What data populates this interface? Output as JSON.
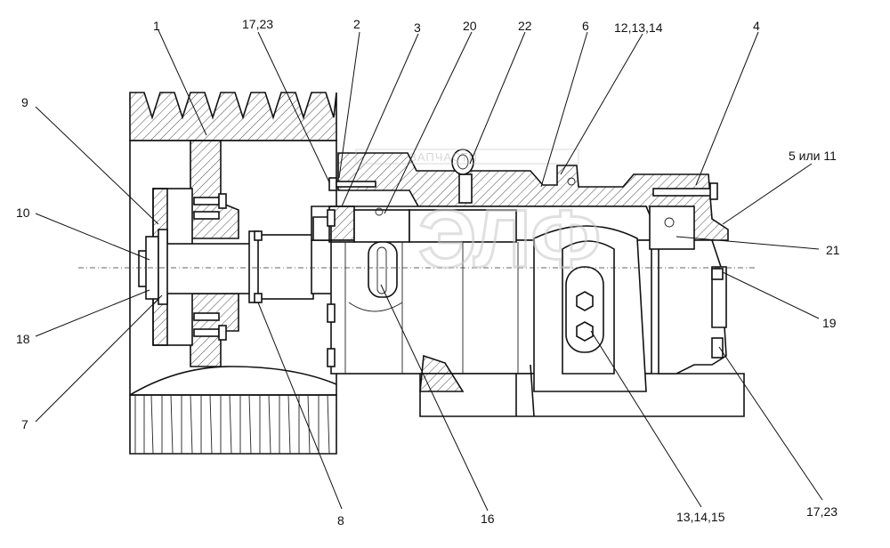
{
  "callouts": [
    "1",
    "17,23",
    "2",
    "3",
    "20",
    "22",
    "6",
    "12,13,14",
    "4",
    "9",
    "5 или 11",
    "10",
    "21",
    "18",
    "19",
    "7",
    "8",
    "16",
    "13,14,15",
    "17,23"
  ],
  "watermark": {
    "text": "ЗАПЧАСТИ",
    "logo": "ЭЛФ"
  },
  "colors": {
    "line": "#111111",
    "background": "#ffffff",
    "watermark": "#c8c8c8"
  }
}
